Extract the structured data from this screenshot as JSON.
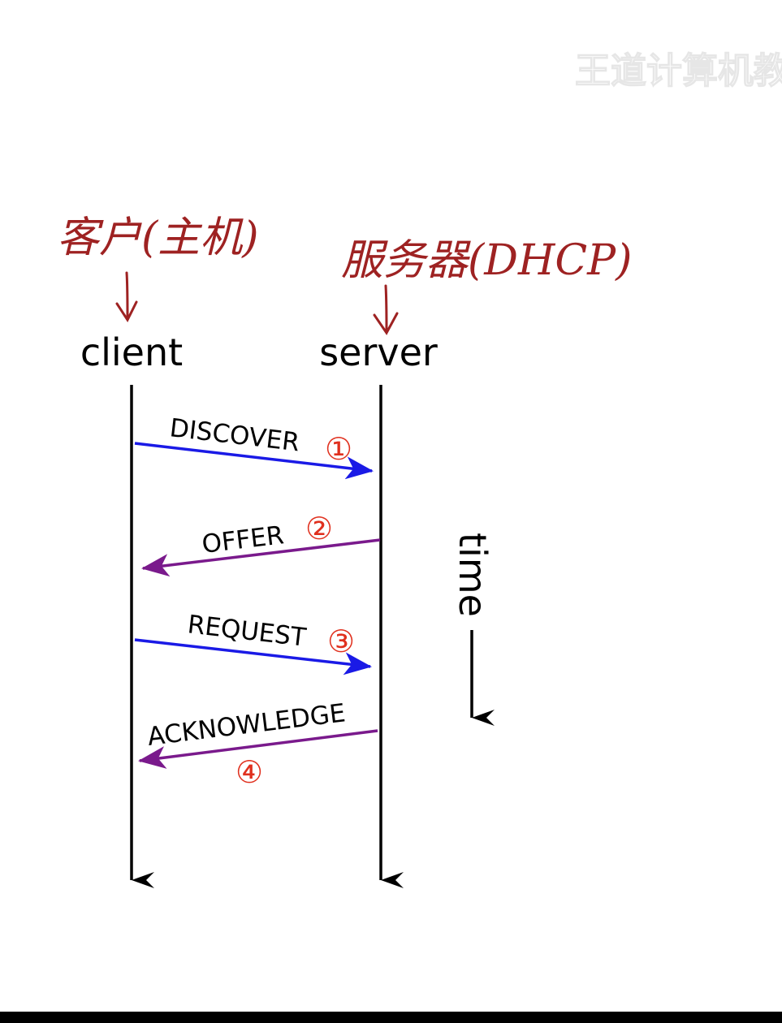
{
  "watermark": "王道计算机教",
  "colors": {
    "request_arrow": "#1a1ae6",
    "reply_arrow": "#7a1a8c",
    "step_number": "#e0301e",
    "handwriting": "#9e2222"
  },
  "client": {
    "label": "client",
    "note": "客户(主机)"
  },
  "server": {
    "label": "server",
    "note": "服务器(DHCP)"
  },
  "time_label": "time",
  "messages": [
    {
      "label": "DISCOVER",
      "step": "①",
      "direction": "client-to-server"
    },
    {
      "label": "OFFER",
      "step": "②",
      "direction": "server-to-client"
    },
    {
      "label": "REQUEST",
      "step": "③",
      "direction": "client-to-server"
    },
    {
      "label": "ACKNOWLEDGE",
      "step": "④",
      "direction": "server-to-client"
    }
  ]
}
